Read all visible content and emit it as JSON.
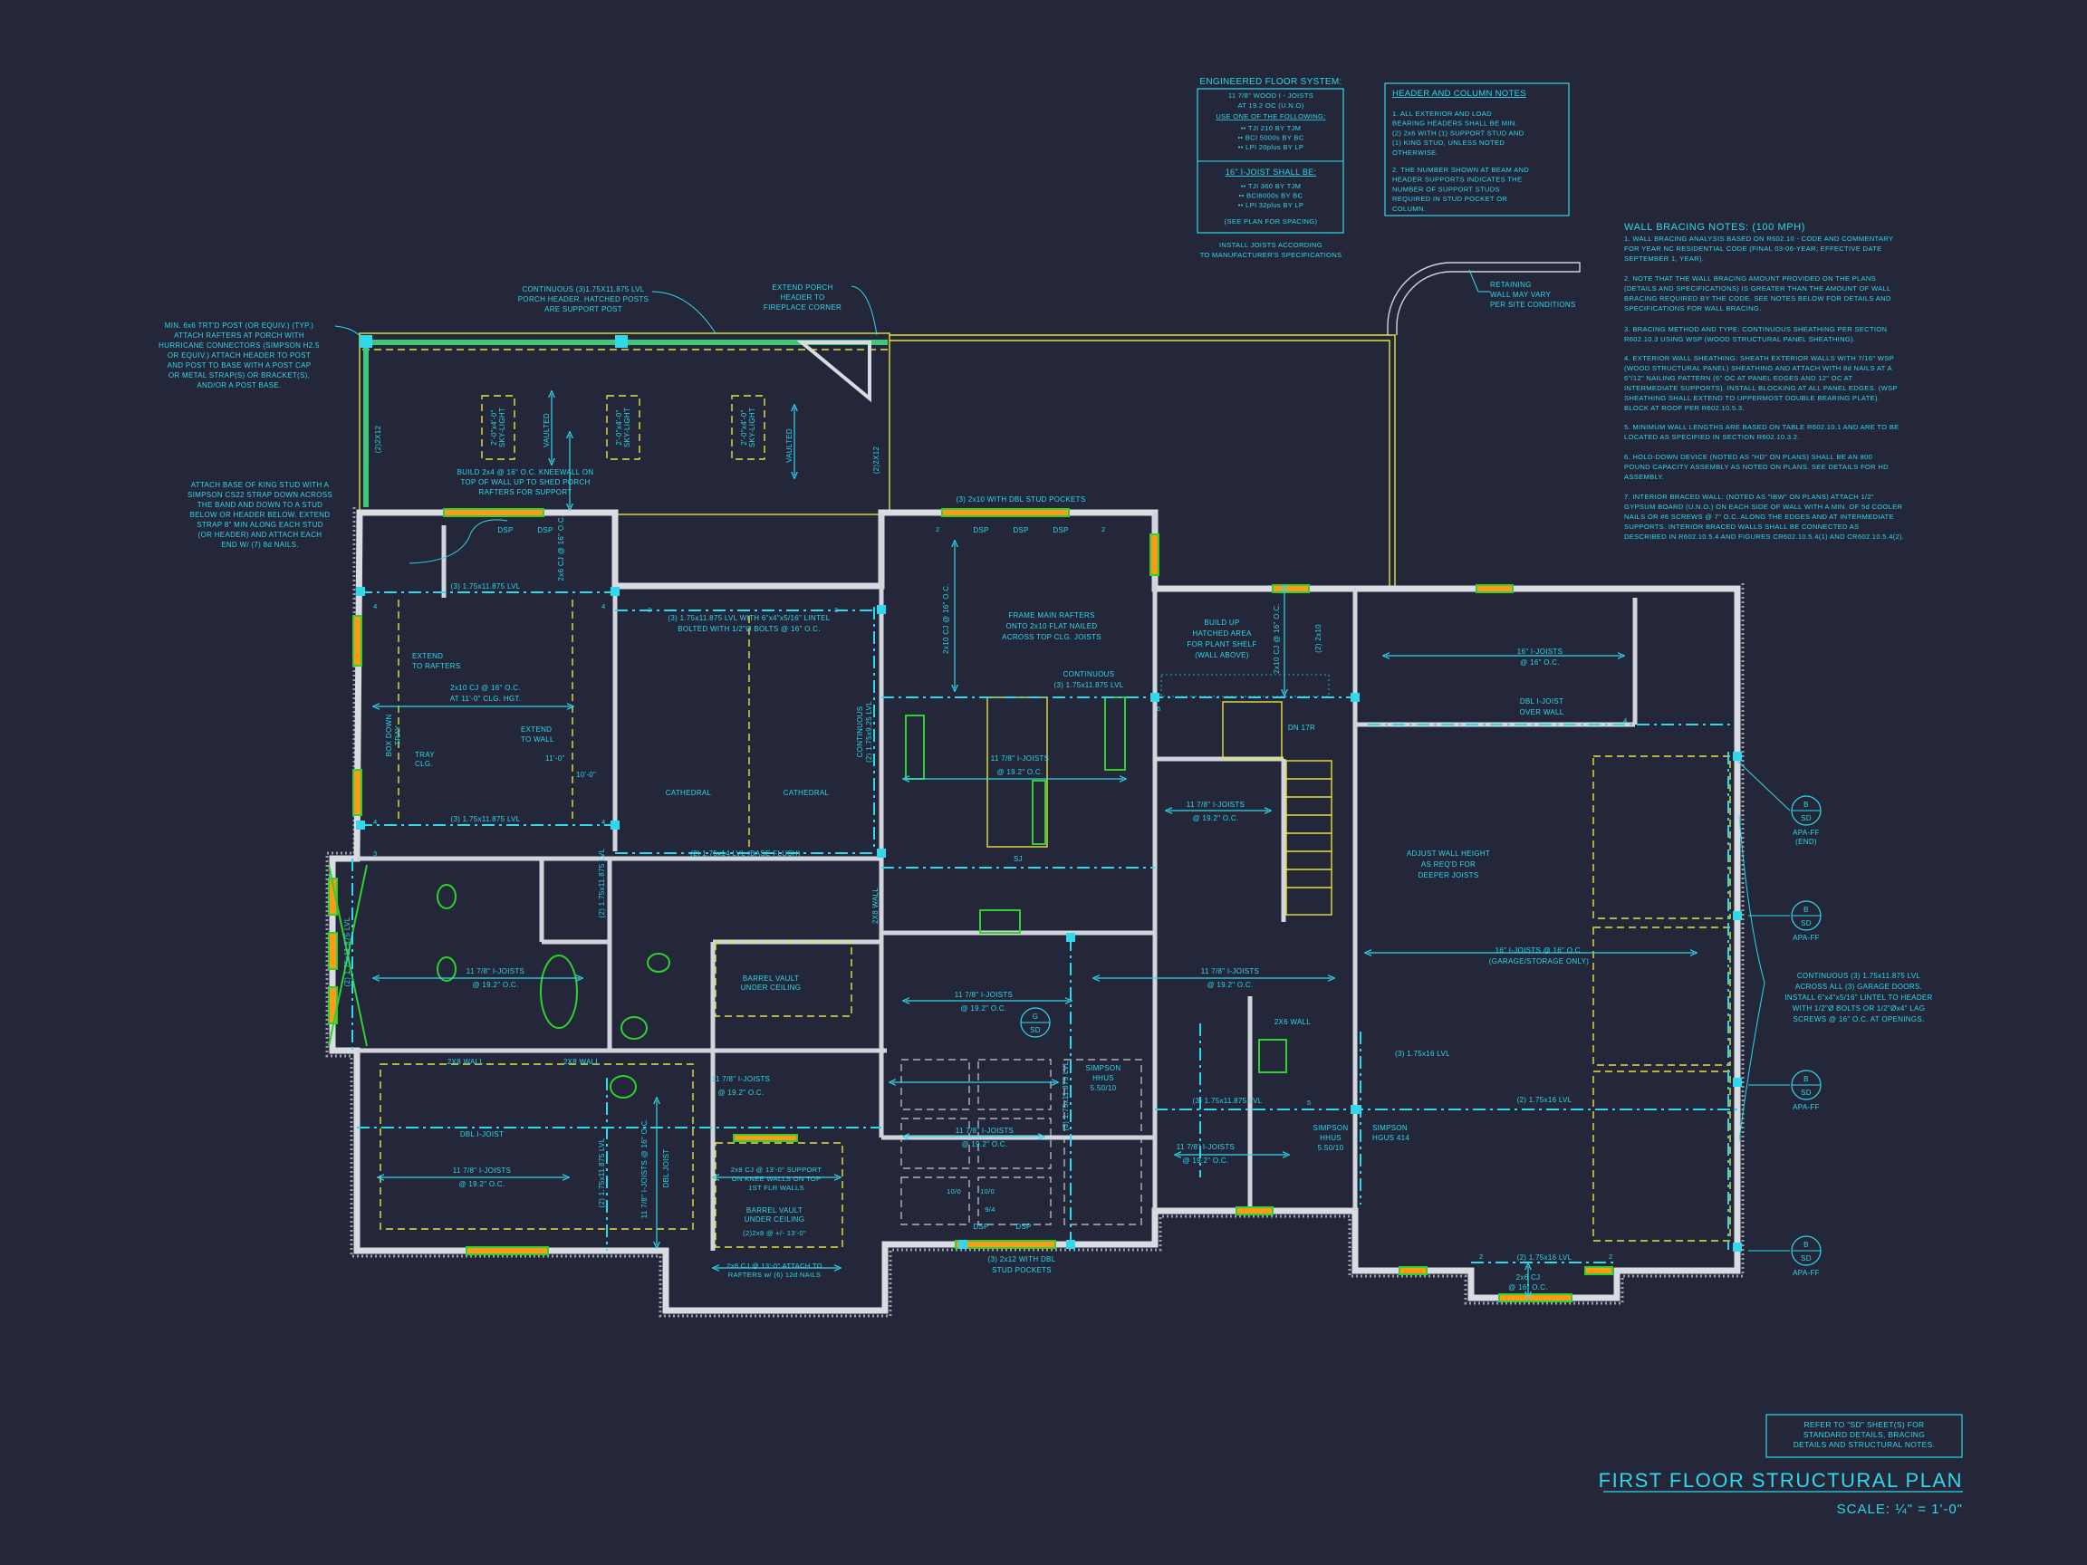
{
  "colors": {
    "background": "#232739",
    "annotation": "#2fd8ea",
    "walls": "#d9dce2",
    "outline": "#e6e23a",
    "fixtures": "#2ed12e",
    "windows": "#ff9a1a",
    "openings": "#e02020"
  },
  "title_block": {
    "title": "FIRST FLOOR STRUCTURAL PLAN",
    "scale": "SCALE: ¼\" = 1'-0\"",
    "refer_note": [
      "REFER TO \"SD\"  SHEET(S) FOR",
      "STANDARD DETAILS, BRACING",
      "DETAILS AND STRUCTURAL NOTES."
    ]
  },
  "floor_system": {
    "title": "ENGINEERED FLOOR SYSTEM:",
    "block1": [
      "11 7/8\" WOOD I - JOISTS",
      "AT 19.2 OC (U.N.O)"
    ],
    "block1_sub": "USE ONE OF THE FOLLOWING:",
    "block1_items": [
      "•• TJI 210 BY TJM",
      "•• BCI 5000s BY BC",
      "•• LPI 20plus BY LP"
    ],
    "block2_title": "16\" I-JOIST SHALL BE:",
    "block2_items": [
      "•• TJI 360 BY TJM",
      "•• BCI6000s BY BC",
      "•• LPI 32plus BY LP"
    ],
    "block2_note": "(SEE PLAN FOR SPACING)",
    "install": [
      "INSTALL JOISTS ACCORDING",
      "TO MANUFACTURER'S SPECIFICATIONS"
    ]
  },
  "header_notes": {
    "title": "HEADER AND COLUMN NOTES",
    "note1": [
      "1. ALL EXTERIOR AND LOAD",
      "BEARING HEADERS SHALL BE MIN.",
      "(2) 2x6 WITH (1) SUPPORT STUD AND",
      "(1) KING STUD, UNLESS NOTED",
      "OTHERWISE."
    ],
    "note2": [
      "2. THE NUMBER SHOWN AT BEAM AND",
      "HEADER SUPPORTS INDICATES THE",
      "NUMBER OF SUPPORT STUDS",
      "REQUIRED IN STUD POCKET OR",
      "COLUMN."
    ]
  },
  "wall_bracing": {
    "title": "WALL BRACING NOTES: (100 MPH)",
    "p1": [
      "1. WALL BRACING ANALYSIS BASED ON R602.10 - CODE AND COMMENTARY",
      "FOR YEAR NC RESIDENTIAL CODE (FINAL 03-06-YEAR; EFFECTIVE DATE",
      "SEPTEMBER 1, YEAR)."
    ],
    "p2": [
      "2. NOTE THAT THE WALL BRACING AMOUNT PROVIDED ON THE PLANS",
      "(DETAILS AND SPECIFICATIONS) IS GREATER THAN THE AMOUNT OF WALL",
      "BRACING REQUIRED BY THE CODE. SEE NOTES BELOW FOR DETAILS AND",
      "SPECIFICATIONS FOR WALL BRACING."
    ],
    "p3": [
      "3. BRACING METHOD AND TYPE: CONTINUOUS SHEATHING PER SECTION",
      "R602.10.3 USING WSP (WOOD STRUCTURAL PANEL SHEATHING)."
    ],
    "p4": [
      "4. EXTERIOR WALL SHEATHING: SHEATH EXTERIOR WALLS WITH 7/16\" WSP",
      "(WOOD STRUCTURAL PANEL) SHEATHING AND ATTACH WITH 8d NAILS AT A",
      "6\"/12\" NAILING PATTERN (6\" OC AT PANEL EDGES AND 12\" OC AT",
      "INTERMEDIATE SUPPORTS). INSTALL BLOCKING AT ALL PANEL EDGES. (WSP",
      "SHEATHING SHALL EXTEND TO UPPERMOST DOUBLE BEARING PLATE).",
      "BLOCK AT ROOF PER R602.10.5.3."
    ],
    "p5": [
      "5. MINIMUM WALL LENGTHS ARE BASED ON TABLE R602.10.1 AND ARE TO BE",
      "LOCATED AS SPECIFIED IN SECTION R602.10.3.2."
    ],
    "p6": [
      "6. HOLD-DOWN DEVICE (NOTED AS \"HD\" ON PLANS) SHALL BE AN 800",
      "POUND CAPACITY ASSEMBLY AS NOTED ON PLANS. SEE DETAILS FOR HD",
      "ASSEMBLY."
    ],
    "p7": [
      "7. INTERIOR BRACED WALL: (NOTED AS \"IBW\" ON PLANS) ATTACH 1/2\"",
      "GYPSUM BOARD (U.N.O.) ON EACH SIDE OF WALL WITH A MIN. OF 5d COOLER",
      "NAILS OR #6 SCREWS @ 7\" O.C. ALONG THE EDGES AND AT INTERMEDIATE",
      "SUPPORTS.  INTERIOR BRACED WALLS SHALL BE CONNECTED AS",
      "DESCRIBED IN R602.10.5.4 AND FIGURES CR602.10.5.4(1) AND CR602.10.5.4(2)."
    ]
  },
  "plan": {
    "porch_post_note": [
      "MIN. 6x6 TRT'D POST (OR EQUIV.) (TYP.)",
      "ATTACH RAFTERS AT PORCH WITH",
      "HURRICANE CONNECTORS (SIMPSON H2.5",
      "OR EQUIV.) ATTACH HEADER TO POST",
      "AND POST TO BASE WITH A POST CAP",
      "OR METAL STRAP(S) OR BRACKET(S),",
      "AND/OR A POST BASE."
    ],
    "king_stud_note": [
      "ATTACH BASE OF KING STUD WITH A",
      "SIMPSON CS22 STRAP DOWN ACROSS",
      "THE BAND AND DOWN TO A STUD",
      "BELOW OR HEADER BELOW.  EXTEND",
      "STRAP 8\" MIN ALONG EACH STUD",
      "(OR HEADER) AND ATTACH EACH",
      "END W/ (7) 8d NAILS."
    ],
    "porch_header_note": [
      "CONTINUOUS (3)1.75X11.875 LVL",
      "PORCH HEADER. HATCHED POSTS",
      "ARE SUPPORT POST"
    ],
    "extend_porch_note": [
      "EXTEND PORCH",
      "HEADER TO",
      "FIREPLACE CORNER"
    ],
    "kneewall_note": [
      "BUILD 2x4 @ 16\" O.C. KNEEWALL ON",
      "TOP OF WALL UP TO SHED PORCH",
      "RAFTERS FOR SUPPORT"
    ],
    "skylight": [
      "2'-0\"x4'-0\"",
      "SKY-LIGHT"
    ],
    "vaulted": "VAULTED",
    "post_2x12": "(2)2X12",
    "dsp": "DSP",
    "cj_2x6": "2x6 CJ @ 16\" O.C.",
    "lvl_3_11875": "(3) 1.75x11.875 LVL",
    "lintel_note": [
      "(3) 1.75x11.875 LVL WITH 6\"x4\"x5/16\" LINTEL",
      "BOLTED WITH 1/2\"Ø BOLTS @ 16\" O.C."
    ],
    "extend_rafters": [
      "EXTEND",
      "TO RAFTERS"
    ],
    "cj_2x10_tray": [
      "2x10 CJ @ 16\" O.C.",
      "AT 11'-0\" CLG. HGT."
    ],
    "extend_wall": [
      "EXTEND",
      "TO WALL"
    ],
    "box_down": [
      "BOX DOWN",
      "TRAY"
    ],
    "tray_clg": [
      "TRAY",
      "CLG."
    ],
    "hgt_11": "11'-0\"",
    "hgt_10": "10'-0\"",
    "cathedral": "CATHEDRAL",
    "lvl_base_flush": "(2) 1.75x14 LVL (BASE FLUSH)",
    "continuous_925": [
      "CONTINUOUS",
      "(2) 1.75x9.25 LVL"
    ],
    "dbl_stud_2x10": "(3) 2x10 WITH DBL STUD POCKETS",
    "cj_2x10": "2x10 CJ @ 16\" O.C.",
    "frame_rafters": [
      "FRAME MAIN RAFTERS",
      "ONTO 2x10 FLAT NAILED",
      "ACROSS TOP CLG. JOISTS"
    ],
    "continuous_lvl": [
      "CONTINUOUS",
      "(3) 1.75x11.875 LVL"
    ],
    "plant_shelf": [
      "BUILD UP",
      "HATCHED AREA",
      "FOR PLANT SHELF",
      "(WALL ABOVE)"
    ],
    "two_2x10": "(2) 2x10",
    "ij_192": [
      "11 7/8\" I-JOISTS",
      "@ 19.2\" O.C."
    ],
    "ij_16oc": "11 7/8\" I-JOISTS @ 16\" O.C.",
    "sj": "SJ",
    "dn_17r": "DN 17R",
    "ij16": [
      "16\" I-JOISTS",
      "@ 16\" O.C."
    ],
    "dbl_over_wall": [
      "DBL I-JOIST",
      "OVER WALL"
    ],
    "adjust_wall": [
      "ADJUST WALL HEIGHT",
      "AS REQ'D FOR",
      "DEEPER JOISTS"
    ],
    "garage_joists": [
      "16\" I-JOISTS @ 16\" O.C.",
      "(GARAGE/STORAGE ONLY)"
    ],
    "lvl_3_16": "(3) 1.75x16 LVL",
    "lvl_2_16": "(2) 1.75x16 LVL",
    "hgus": [
      "SIMPSON",
      "HGUS 414"
    ],
    "hhus": [
      "SIMPSON",
      "HHUS",
      "5.50/10"
    ],
    "cj_2x6_bay": [
      "2x6 CJ",
      "@ 16\" O.C."
    ],
    "garage_header": [
      "CONTINUOUS (3) 1.75x11.875 LVL",
      "ACROSS ALL (3) GARAGE DOORS.",
      "INSTALL 6\"x4\"x5/16\" LINTEL TO HEADER",
      "WITH 1/2\"Ø BOLTS OR 1/2\"Øx4\" LAG",
      "SCREWS @ 16\" O.C. AT OPENINGS."
    ],
    "detail_tag": {
      "letter": "B",
      "sheet": "SD"
    },
    "detail_g": {
      "letter": "G",
      "sheet": "SD"
    },
    "apa_ff": "APA-FF",
    "apa_ff_end": [
      "APA-FF",
      "(END)"
    ],
    "barrel_vault": [
      "BARREL VAULT",
      "UNDER CEILING"
    ],
    "cj_2x8_support": [
      "2x8 CJ @ 13'-0\" SUPPORT",
      "ON KNEE WALLS ON TOP",
      "1ST FLR WALLS"
    ],
    "two_2x8": "(2)2x8 @ +/- 13'-0\"",
    "cj_2x8_attach": [
      "2x8 CJ @ 13'-0\" ATTACH TO",
      "RAFTERS w/ (6) 12d NAILS"
    ],
    "wall_2x8": "2X8 WALL",
    "wall_2x6": "2X6 WALL",
    "dbl_ijoist": "DBL I-JOIST",
    "dbl_joist": "DBL JOIST",
    "lvl_2_11875": "(2) 1.75x11.875 LVL",
    "dbl_stud_2x12": [
      "(3) 2x12 WITH DBL",
      "STUD POCKETS"
    ],
    "door_10_0": "10/0",
    "door_9_4": "9/4",
    "retaining": [
      "RETAINING",
      "WALL MAY VARY",
      "PER SITE CONDITIONS"
    ],
    "studs": {
      "two": "2",
      "three": "3",
      "four": "4",
      "five": "5",
      "six": "6"
    }
  }
}
